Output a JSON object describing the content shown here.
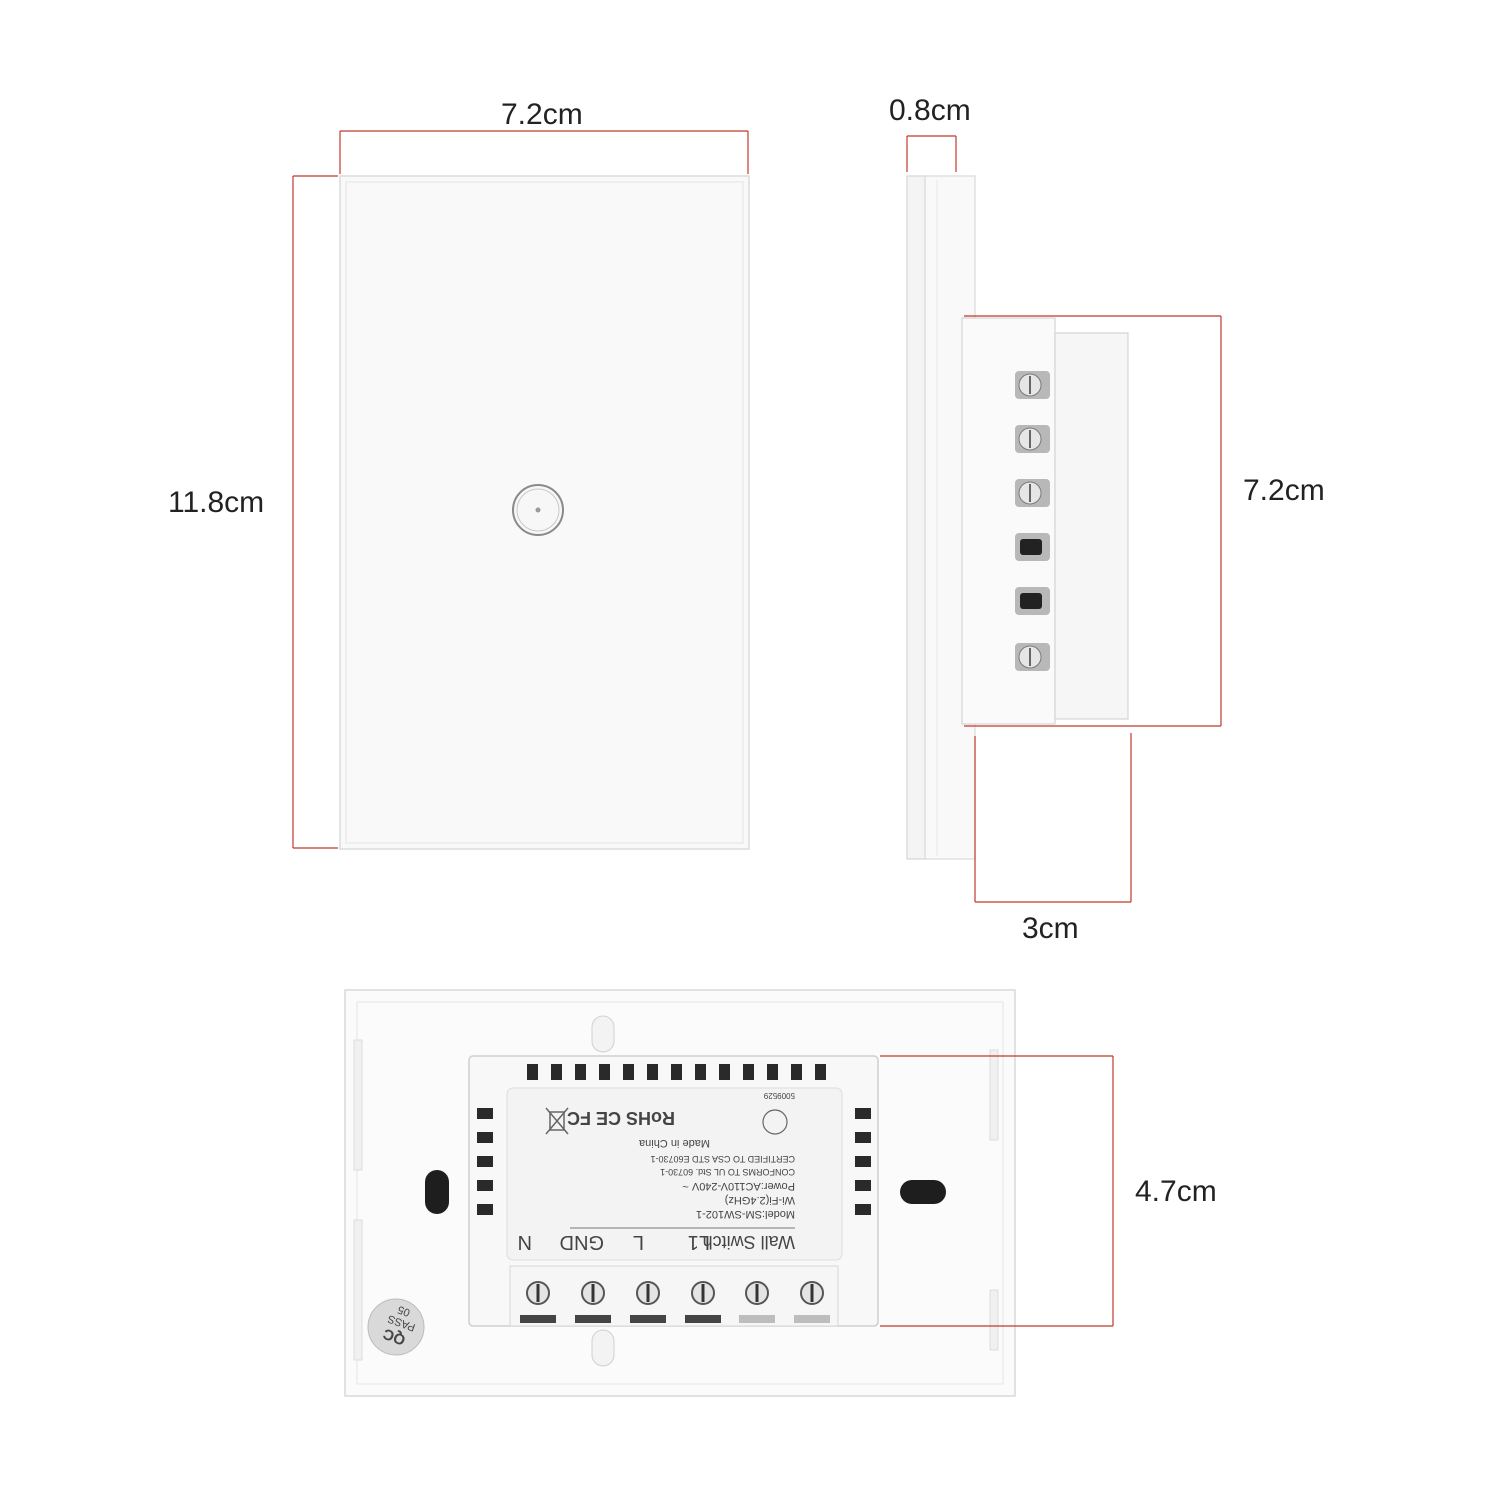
{
  "front_view": {
    "width_label": "7.2cm",
    "height_label": "11.8cm"
  },
  "side_view": {
    "thickness_label": "0.8cm",
    "back_height_label": "7.2cm",
    "depth_label": "3cm"
  },
  "back_view": {
    "module_height_label": "4.7cm",
    "product_label": {
      "title": "Wall Switch",
      "lines": [
        "Model:SM-SW102-1",
        "Wi-Fi(2.4GHz)",
        "Power:AC110V-240V ~",
        "CONFORMS TO UL Std. 60730-1",
        "CERTIFIED TO CSA STD E60730-1",
        "Made in China"
      ],
      "marks": "RoHS CE FC",
      "cert_code": "5009529"
    },
    "terminal_labels": [
      "N",
      "GND",
      "L",
      "L1"
    ],
    "qc_sticker": {
      "top": "QC",
      "middle": "PASS",
      "bottom": "05"
    }
  },
  "colors": {
    "dimension_line": "#c0392b",
    "panel_fill": "#f9f9f9",
    "panel_edge": "#d8d8d8"
  }
}
